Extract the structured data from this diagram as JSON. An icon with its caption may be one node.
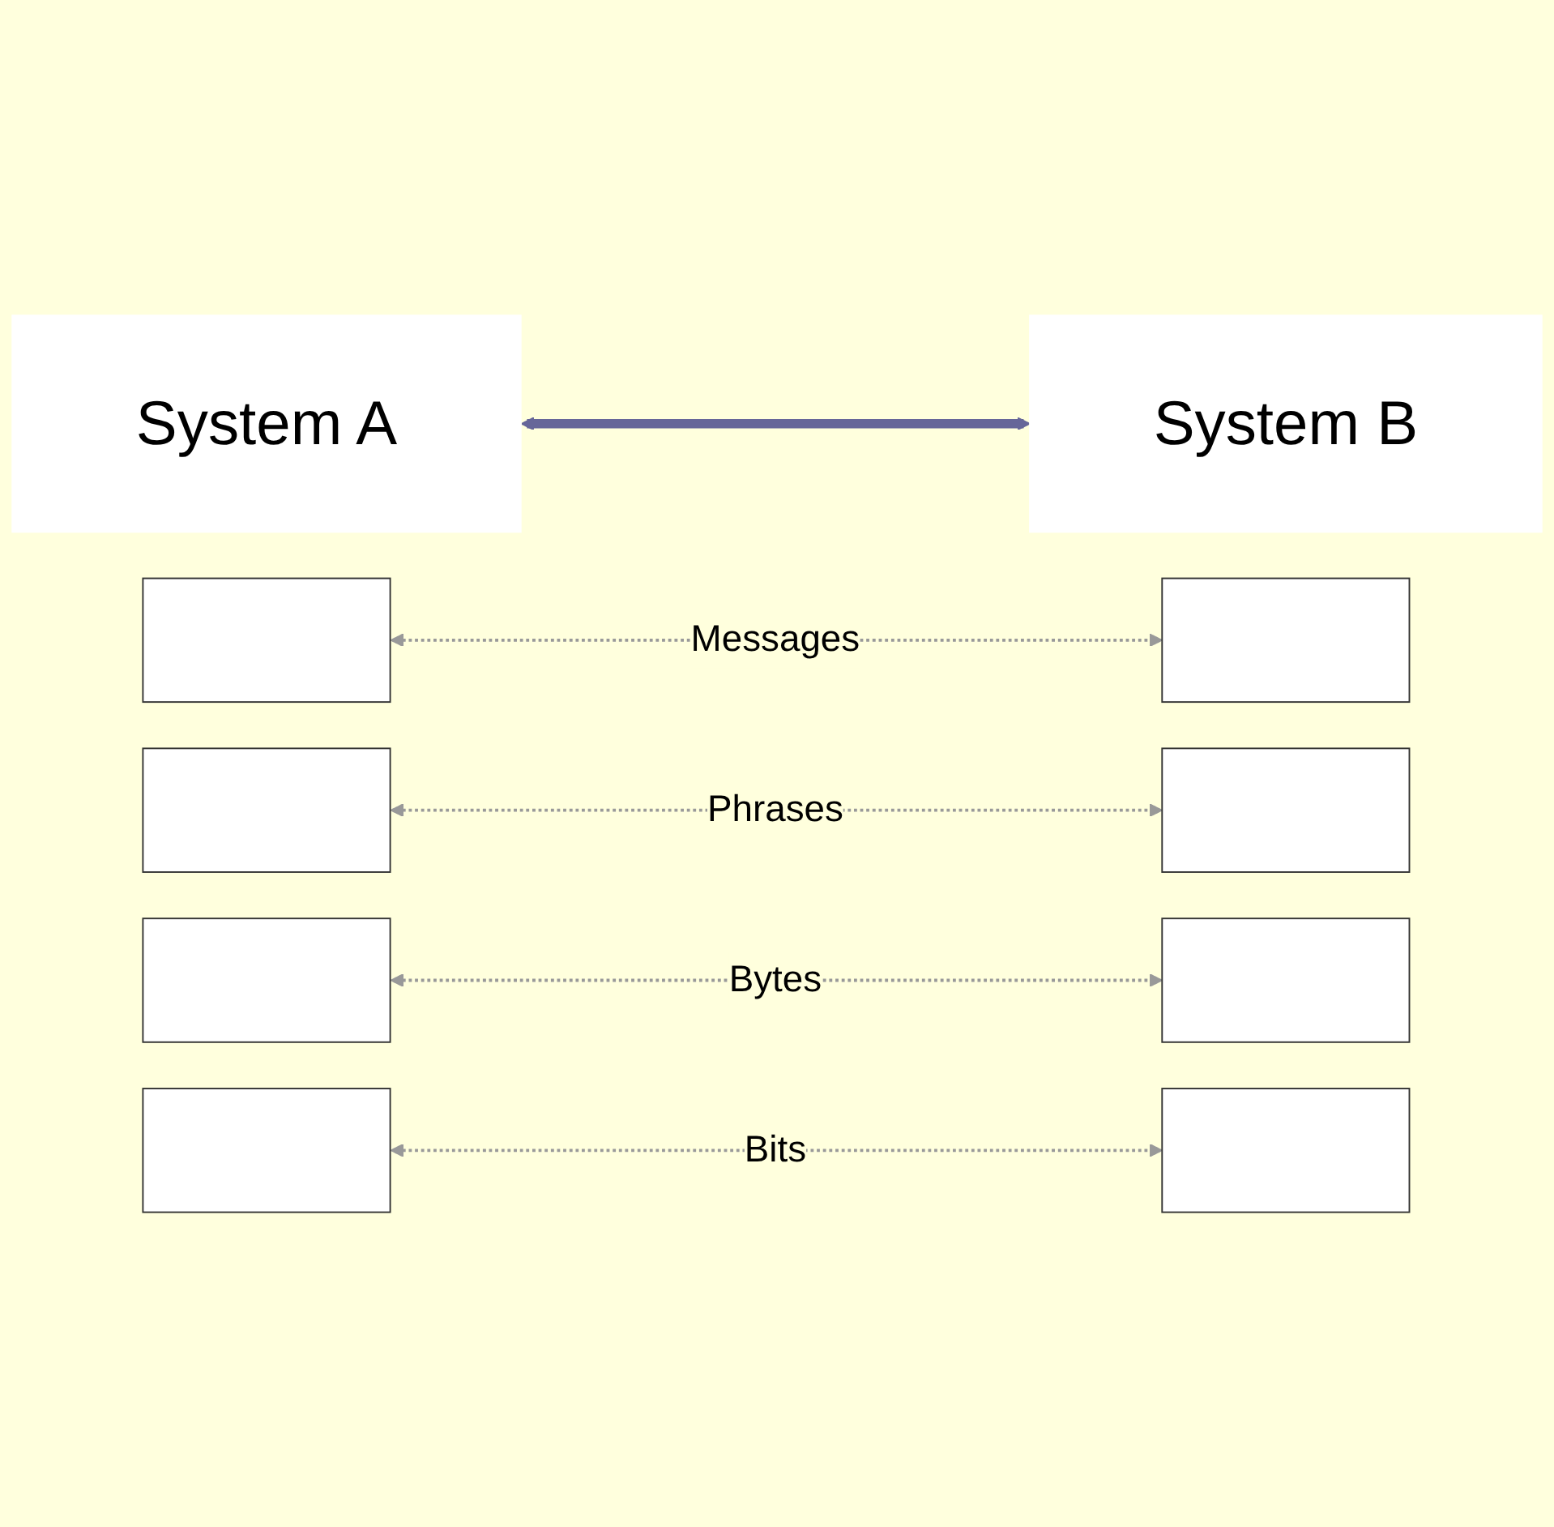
{
  "diagram": {
    "nodes": [
      {
        "text": [
          "System A"
        ]
      },
      {
        "text": [
          "System B"
        ]
      },
      {
        "text": [],
        "shape": "box"
      },
      {
        "text": [],
        "shape": "box"
      },
      {
        "text": [],
        "shape": "box"
      },
      {
        "text": [],
        "shape": "box"
      },
      {
        "text": [],
        "shape": "box"
      },
      {
        "text": [],
        "shape": "box"
      },
      {
        "text": [],
        "shape": "box"
      },
      {
        "text": [],
        "shape": "box"
      }
    ],
    "edges": [
      {
        "from": 2,
        "to": 6,
        "label": "Messages",
        "arrow": "both",
        "style": "dashed"
      },
      {
        "from": 3,
        "to": 7,
        "label": "Phrases",
        "arrow": "both",
        "style": "dashed"
      },
      {
        "from": 4,
        "to": 8,
        "label": "Bytes",
        "arrow": "both",
        "style": "dashed"
      },
      {
        "from": 5,
        "to": 9,
        "label": "Bits",
        "arrow": "both",
        "style": "dashed"
      },
      {
        "from": 0,
        "to": 1,
        "arrow": "both",
        "style": "thick",
        "color": "#666699"
      }
    ]
  }
}
